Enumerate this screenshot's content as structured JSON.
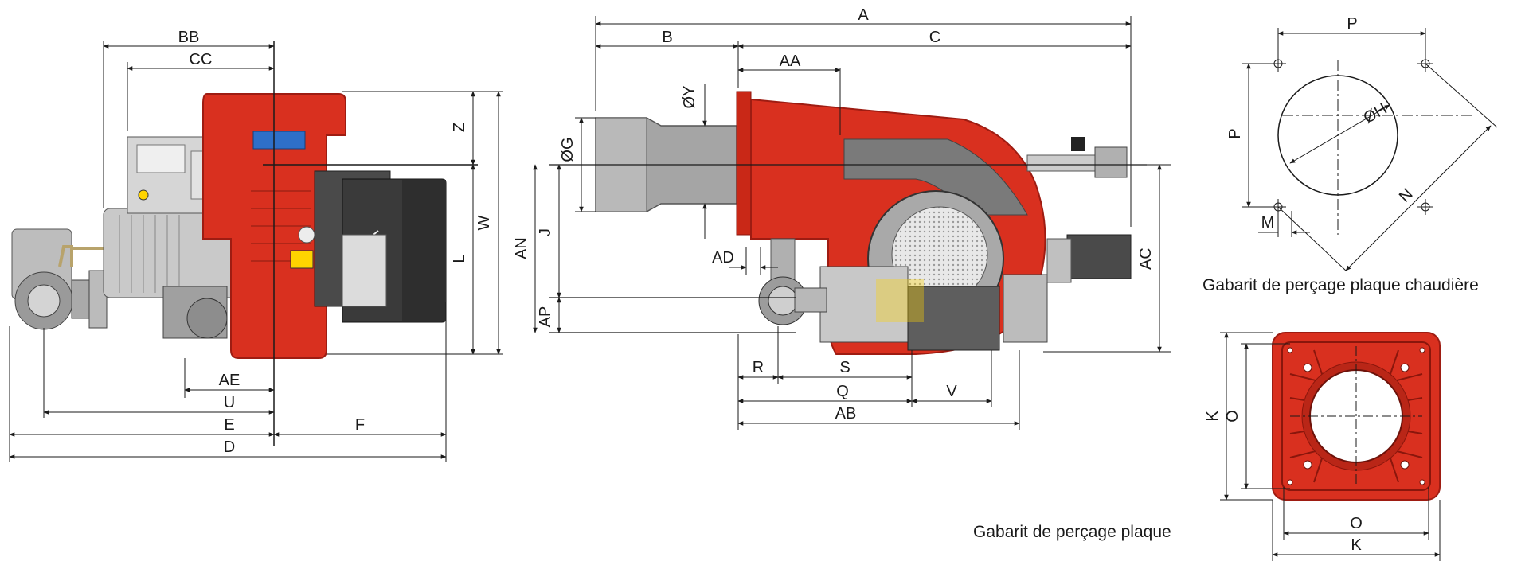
{
  "colors": {
    "burner_red": "#d9301f",
    "burner_red_dark": "#9e1c12",
    "steel_grey": "#9a9a9a",
    "dark_grey": "#3a3a3a",
    "line": "#1a1a1a"
  },
  "side_view": {
    "labels": {
      "bb": "BB",
      "cc": "CC",
      "z": "Z",
      "w": "W",
      "l": "L",
      "ae": "AE",
      "u": "U",
      "e": "E",
      "f": "F",
      "d": "D"
    }
  },
  "front_view": {
    "labels": {
      "a": "A",
      "b": "B",
      "c": "C",
      "aa": "AA",
      "y": "ØY",
      "g": "ØG",
      "an": "AN",
      "j": "J",
      "ad": "AD",
      "ap": "AP",
      "ac": "AC",
      "r": "R",
      "s": "S",
      "q": "Q",
      "v": "V",
      "ab": "AB"
    }
  },
  "boiler_template": {
    "labels": {
      "p_top": "P",
      "p_left": "P",
      "h": "ØH",
      "m": "M",
      "n": "N"
    },
    "caption": "Gabarit de perçage plaque chaudière"
  },
  "plate_template": {
    "labels": {
      "k_left": "K",
      "o_left": "O",
      "o_bottom": "O",
      "k_bottom": "K"
    },
    "caption": "Gabarit de perçage plaque"
  }
}
